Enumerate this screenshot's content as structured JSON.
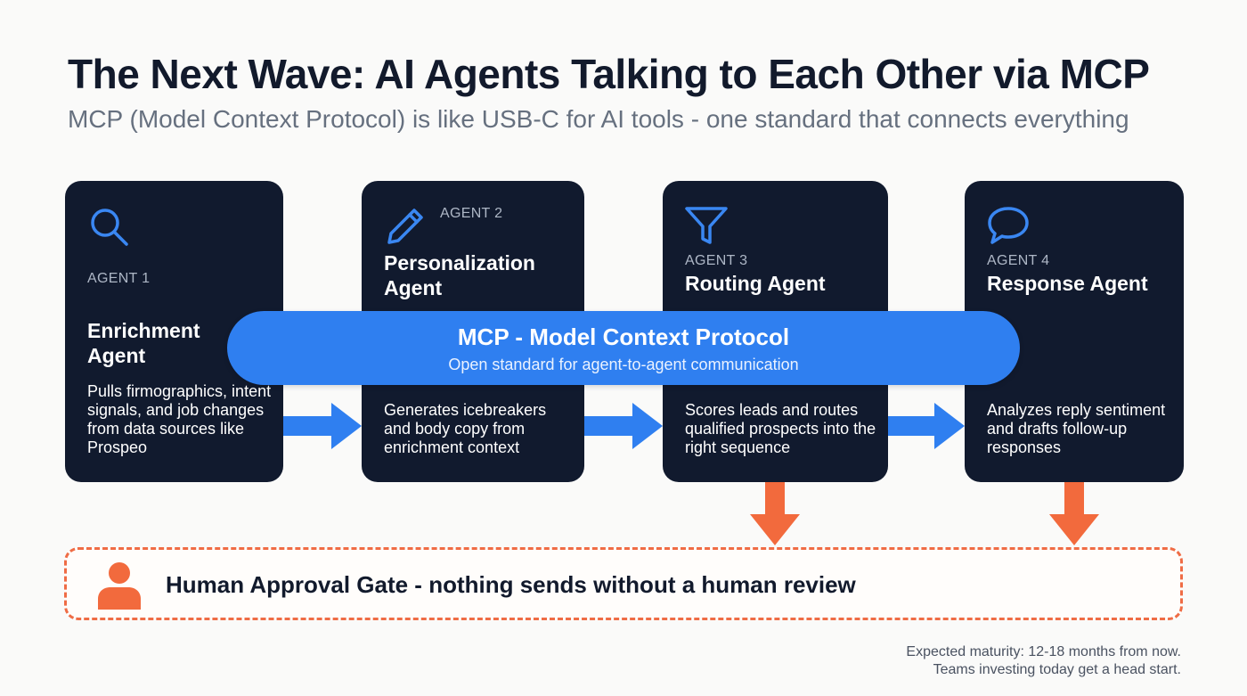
{
  "title": "The Next Wave: AI Agents Talking to Each Other via MCP",
  "subtitle": "MCP (Model Context Protocol) is like USB-C for AI tools - one standard that connects everything",
  "agents": [
    {
      "number": "AGENT 1",
      "name": "Enrichment Agent",
      "description": "Pulls firmographics, intent signals, and job changes from data sources like Prospeo",
      "icon": "magnifier-icon"
    },
    {
      "number": "AGENT 2",
      "name": "Personalization Agent",
      "description": "Generates icebreakers and body copy from enrichment context",
      "icon": "pencil-icon"
    },
    {
      "number": "AGENT 3",
      "name": "Routing Agent",
      "description": "Scores leads and routes qualified prospects into the right sequence",
      "icon": "funnel-icon"
    },
    {
      "number": "AGENT 4",
      "name": "Response Agent",
      "description": "Analyzes reply sentiment and drafts follow-up responses",
      "icon": "speech-bubble-icon"
    }
  ],
  "mcp": {
    "title": "MCP - Model Context Protocol",
    "subtitle": "Open standard for agent-to-agent communication"
  },
  "gate": {
    "text": "Human Approval Gate - nothing sends without a human review",
    "icon": "person-icon"
  },
  "footer": {
    "line1": "Expected maturity: 12-18 months from now.",
    "line2": "Teams investing today get a head start."
  },
  "colors": {
    "card": "#111a2e",
    "accent_blue": "#2f7ff0",
    "accent_orange": "#f26a3d",
    "background": "#fafaf9"
  }
}
